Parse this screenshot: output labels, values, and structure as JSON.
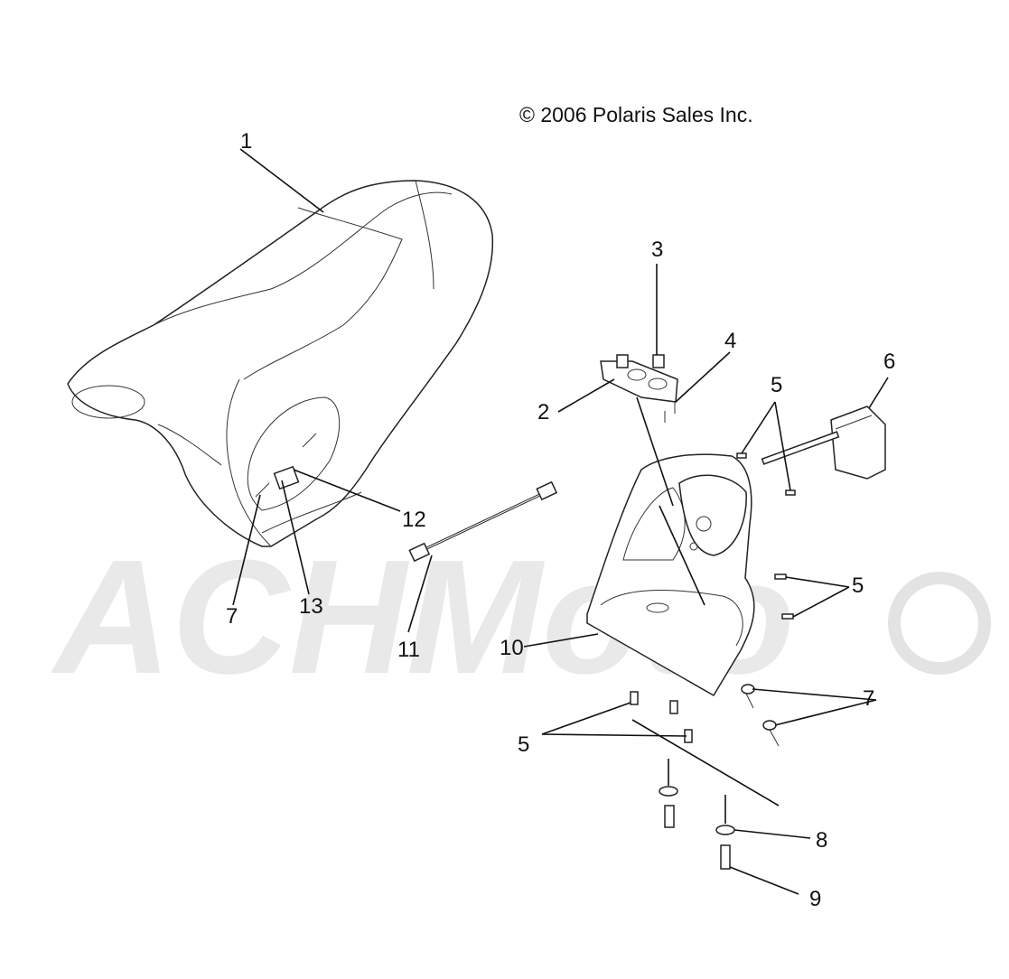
{
  "diagram": {
    "copyright": "© 2006 Polaris Sales Inc.",
    "watermark": "ACHMoto",
    "callouts": [
      "1",
      "2",
      "3",
      "4",
      "5",
      "6",
      "5",
      "12",
      "7",
      "13",
      "11",
      "10",
      "5",
      "7",
      "8",
      "9"
    ]
  }
}
